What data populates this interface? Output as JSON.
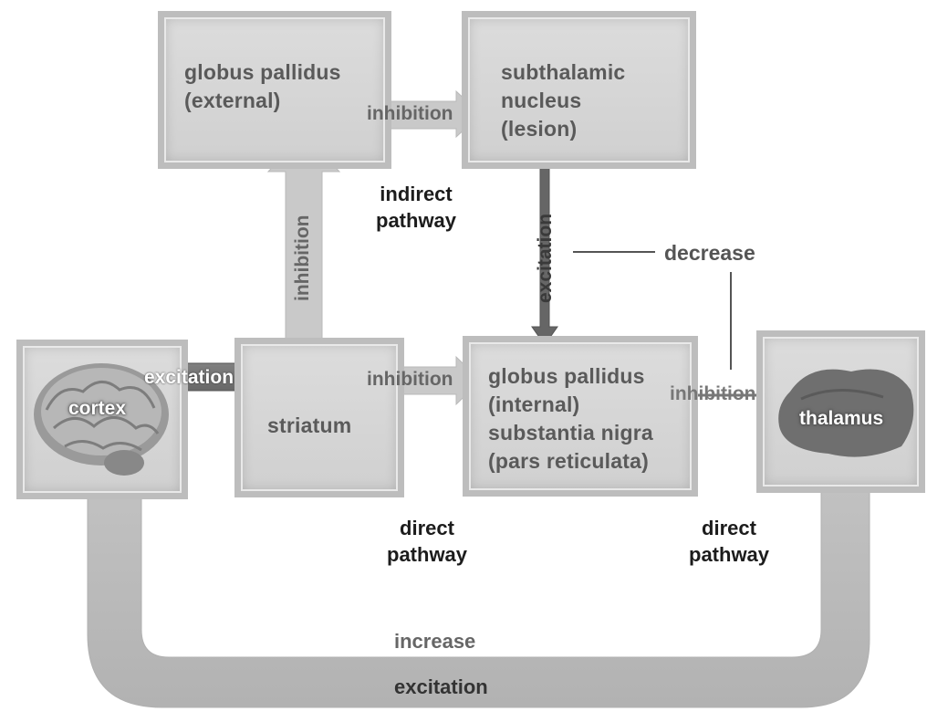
{
  "boxes": {
    "gp_external": "globus pallidus\n(external)",
    "subthalamic": "subthalamic\nnucleus\n(lesion)",
    "striatum": "striatum",
    "gp_internal": "globus pallidus\n(internal)\nsubstantia nigra\n(pars reticulata)",
    "cortex": "cortex",
    "thalamus": "thalamus"
  },
  "arrows": {
    "gpe_to_stn": "inhibition",
    "striatum_to_gpe": "inhibition",
    "stn_to_gpi": "excitation",
    "cortex_to_striatum": "excitation",
    "striatum_to_gpi": "inhibition",
    "gpi_to_thalamus": "inhibition",
    "thalamus_to_cortex": "excitation"
  },
  "pathways": {
    "indirect": "indirect\npathway",
    "direct_1": "direct\npathway",
    "direct_2": "direct\npathway"
  },
  "annotations": {
    "decrease": "decrease",
    "increase": "increase"
  }
}
